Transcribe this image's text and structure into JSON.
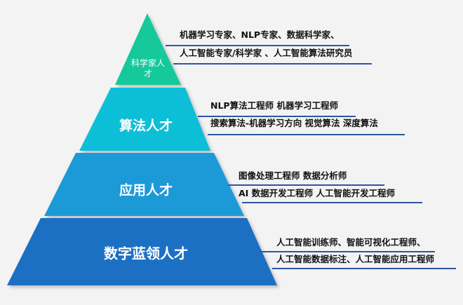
{
  "colors": {
    "background": "#f3f3f3",
    "underline": "#2f55a4",
    "tier_top": "#14c99a",
    "tier_2": "#11bfd6",
    "tier_3": "#1a9ad8",
    "tier_4": "#1d6fc4"
  },
  "tiers": [
    {
      "label": "科学家人才",
      "label_lines": [
        "科学家人",
        "才"
      ],
      "desc_lines": [
        "机器学习专家、NLP专家、数据科学家、",
        "人工智能专家/科学家 、人工智能算法研究员"
      ]
    },
    {
      "label": "算法人才",
      "desc_lines": [
        "NLP算法工程师  机器学习工程师",
        "搜索算法-机器学习方向  视觉算法   深度算法"
      ]
    },
    {
      "label": "应用人才",
      "desc_lines": [
        "图像处理工程师      数据分析师",
        "AI 数据开发工程师    人工智能开发工程师"
      ]
    },
    {
      "label": "数字蓝领人才",
      "desc_lines": [
        "人工智能训练师、智能可视化工程师、",
        "人工智能数据标注、人工智能应用工程师"
      ]
    }
  ]
}
